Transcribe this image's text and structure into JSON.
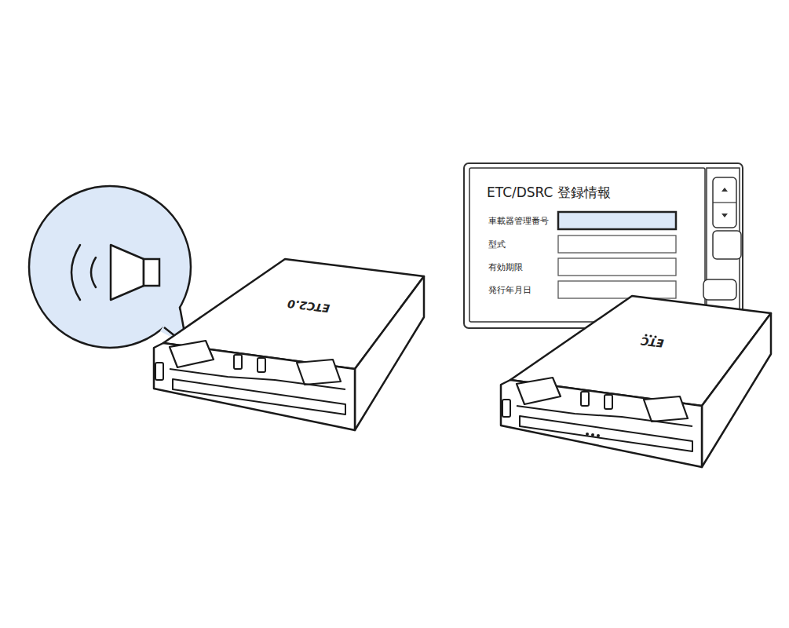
{
  "diagram": {
    "nodes": [
      {
        "text": [
          "ETC/DSRC 登録情報"
        ]
      }
    ],
    "labels": [
      "車載器管理番号",
      "型式",
      "有効期限",
      "発行年月日",
      "ETC2.0",
      "ETC"
    ]
  }
}
